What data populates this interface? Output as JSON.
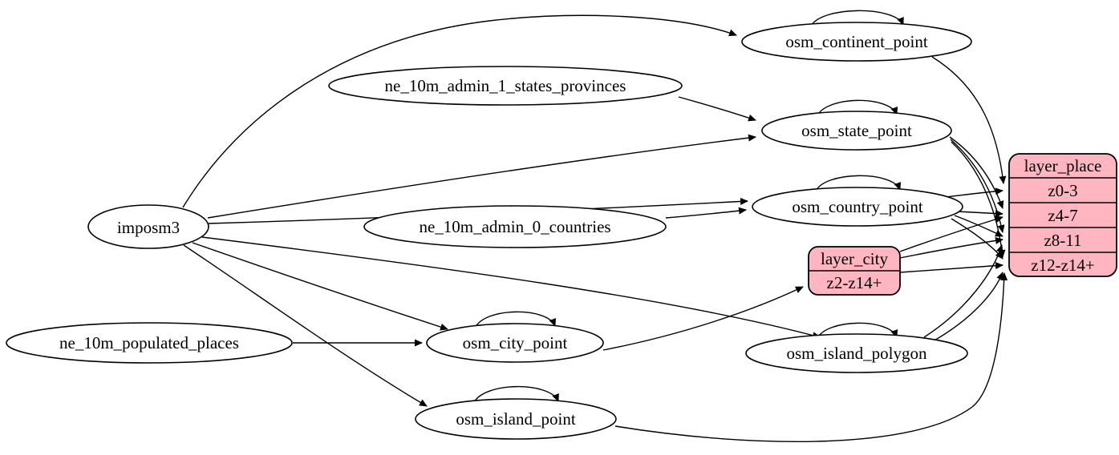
{
  "diagram": {
    "kind": "etl-graph",
    "background_color": "#ffffff",
    "node_outline_color": "#000000",
    "record_fill_color": "#ffb6c1",
    "edge_color": "#000000"
  },
  "nodes": {
    "imposm3": {
      "label": "imposm3",
      "shape": "ellipse"
    },
    "ne_10m_admin_1_states_provinces": {
      "label": "ne_10m_admin_1_states_provinces",
      "shape": "ellipse"
    },
    "ne_10m_admin_0_countries": {
      "label": "ne_10m_admin_0_countries",
      "shape": "ellipse"
    },
    "ne_10m_populated_places": {
      "label": "ne_10m_populated_places",
      "shape": "ellipse"
    },
    "osm_continent_point": {
      "label": "osm_continent_point",
      "shape": "ellipse",
      "self_loop": true
    },
    "osm_state_point": {
      "label": "osm_state_point",
      "shape": "ellipse",
      "self_loop": true
    },
    "osm_country_point": {
      "label": "osm_country_point",
      "shape": "ellipse",
      "self_loop": true
    },
    "osm_city_point": {
      "label": "osm_city_point",
      "shape": "ellipse",
      "self_loop": true
    },
    "osm_island_polygon": {
      "label": "osm_island_polygon",
      "shape": "ellipse",
      "self_loop": true
    },
    "osm_island_point": {
      "label": "osm_island_point",
      "shape": "ellipse",
      "self_loop": true
    },
    "layer_city": {
      "label": "layer_city",
      "shape": "record",
      "rows": [
        "z2-z14+"
      ]
    },
    "layer_place": {
      "label": "layer_place",
      "shape": "record",
      "rows": [
        "z0-3",
        "z4-7",
        "z8-11",
        "z12-z14+"
      ]
    }
  },
  "edges": [
    {
      "from": "imposm3",
      "to": "osm_continent_point"
    },
    {
      "from": "imposm3",
      "to": "osm_state_point"
    },
    {
      "from": "imposm3",
      "to": "osm_country_point"
    },
    {
      "from": "imposm3",
      "to": "osm_city_point"
    },
    {
      "from": "imposm3",
      "to": "osm_island_polygon"
    },
    {
      "from": "imposm3",
      "to": "osm_island_point"
    },
    {
      "from": "ne_10m_admin_1_states_provinces",
      "to": "osm_state_point"
    },
    {
      "from": "ne_10m_admin_0_countries",
      "to": "osm_country_point"
    },
    {
      "from": "ne_10m_populated_places",
      "to": "osm_city_point"
    },
    {
      "from": "osm_continent_point",
      "to": "osm_continent_point"
    },
    {
      "from": "osm_state_point",
      "to": "osm_state_point"
    },
    {
      "from": "osm_country_point",
      "to": "osm_country_point"
    },
    {
      "from": "osm_city_point",
      "to": "osm_city_point"
    },
    {
      "from": "osm_island_polygon",
      "to": "osm_island_polygon"
    },
    {
      "from": "osm_island_point",
      "to": "osm_island_point"
    },
    {
      "from": "osm_city_point",
      "to": "layer_city",
      "to_port": "z2-z14+"
    },
    {
      "from": "osm_continent_point",
      "to": "layer_place",
      "to_port": "z0-3"
    },
    {
      "from": "osm_country_point",
      "to": "layer_place",
      "to_port": "z0-3"
    },
    {
      "from": "osm_country_point",
      "to": "layer_place",
      "to_port": "z4-7"
    },
    {
      "from": "osm_country_point",
      "to": "layer_place",
      "to_port": "z8-11"
    },
    {
      "from": "osm_country_point",
      "to": "layer_place",
      "to_port": "z12-z14+"
    },
    {
      "from": "osm_state_point",
      "to": "layer_place",
      "to_port": "z4-7"
    },
    {
      "from": "osm_state_point",
      "to": "layer_place",
      "to_port": "z8-11"
    },
    {
      "from": "osm_state_point",
      "to": "layer_place",
      "to_port": "z12-z14+"
    },
    {
      "from": "layer_city",
      "to": "layer_place",
      "to_port": "z4-7"
    },
    {
      "from": "layer_city",
      "to": "layer_place",
      "to_port": "z8-11"
    },
    {
      "from": "layer_city",
      "to": "layer_place",
      "to_port": "z12-z14+"
    },
    {
      "from": "osm_island_polygon",
      "to": "layer_place",
      "to_port": "z8-11"
    },
    {
      "from": "osm_island_polygon",
      "to": "layer_place",
      "to_port": "z12-z14+"
    },
    {
      "from": "osm_island_point",
      "to": "layer_place",
      "to_port": "z12-z14+"
    }
  ]
}
